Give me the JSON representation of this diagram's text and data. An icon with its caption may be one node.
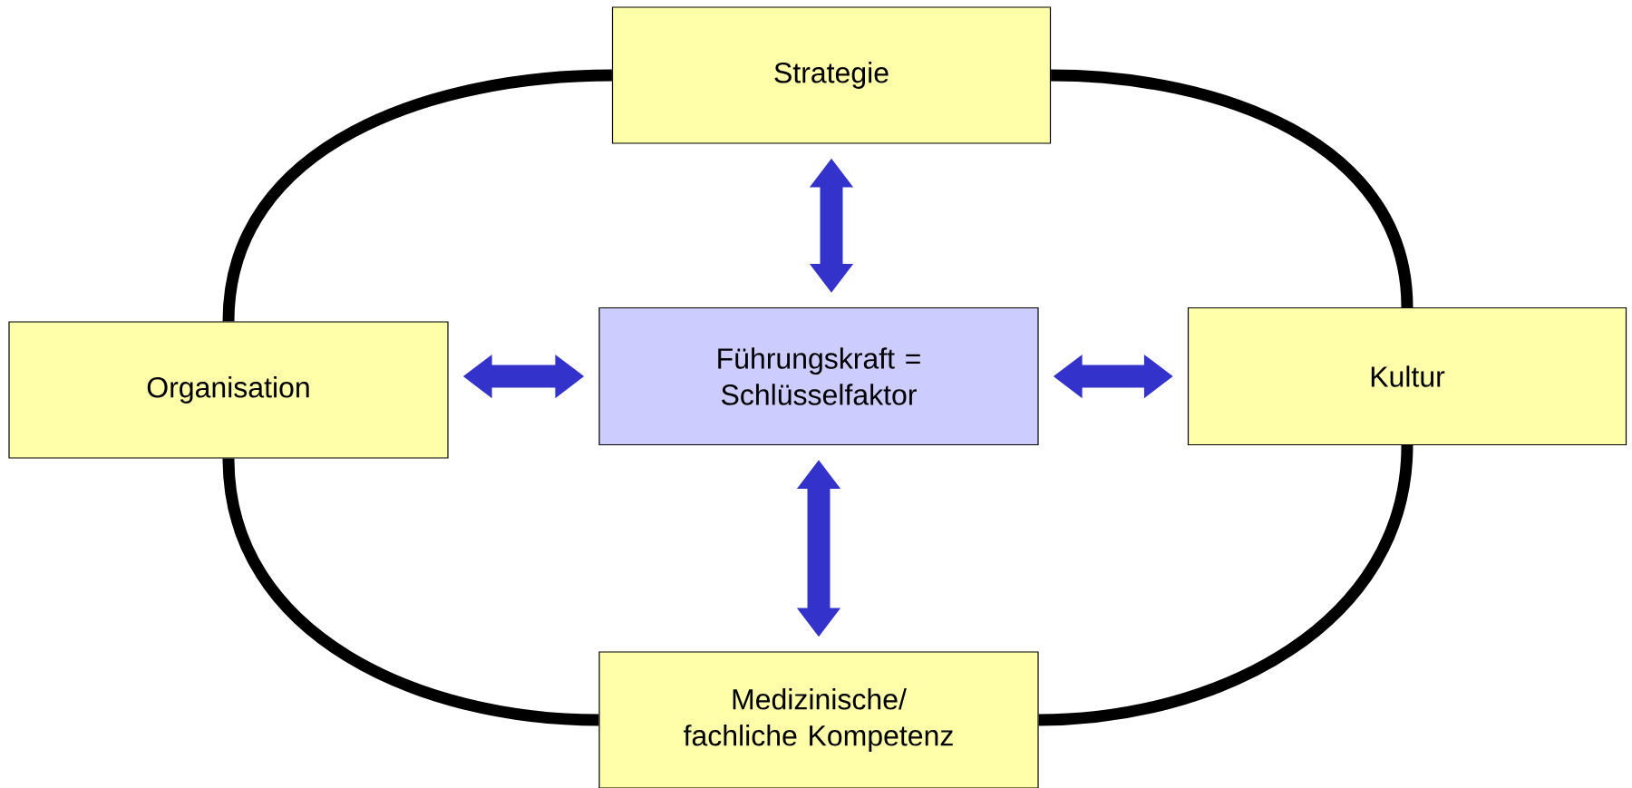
{
  "diagram": {
    "nodes": [
      {
        "text": [
          "Strategie"
        ]
      },
      {
        "text": [
          "Organisation"
        ]
      },
      {
        "text": [
          "Führungskraft = Schlüsselfaktor"
        ]
      },
      {
        "text": [
          "Kultur"
        ]
      },
      {
        "text": [
          "Medizinische/ fachliche Kompetenz"
        ]
      }
    ],
    "edges": [
      {
        "from": 0,
        "to": 1,
        "arrow": "none"
      },
      {
        "from": 0,
        "to": 3,
        "arrow": "none"
      },
      {
        "from": 1,
        "to": 4,
        "arrow": "none"
      },
      {
        "from": 3,
        "to": 4,
        "arrow": "none"
      },
      {
        "from": 2,
        "to": 0,
        "arrow": "both",
        "style": "thick",
        "color": "#3333cc"
      },
      {
        "from": 2,
        "to": 1,
        "arrow": "both",
        "style": "thick",
        "color": "#3333cc"
      },
      {
        "from": 2,
        "to": 3,
        "arrow": "both",
        "style": "thick",
        "color": "#3333cc"
      },
      {
        "from": 2,
        "to": 4,
        "arrow": "both",
        "style": "thick",
        "color": "#3333cc"
      }
    ]
  }
}
